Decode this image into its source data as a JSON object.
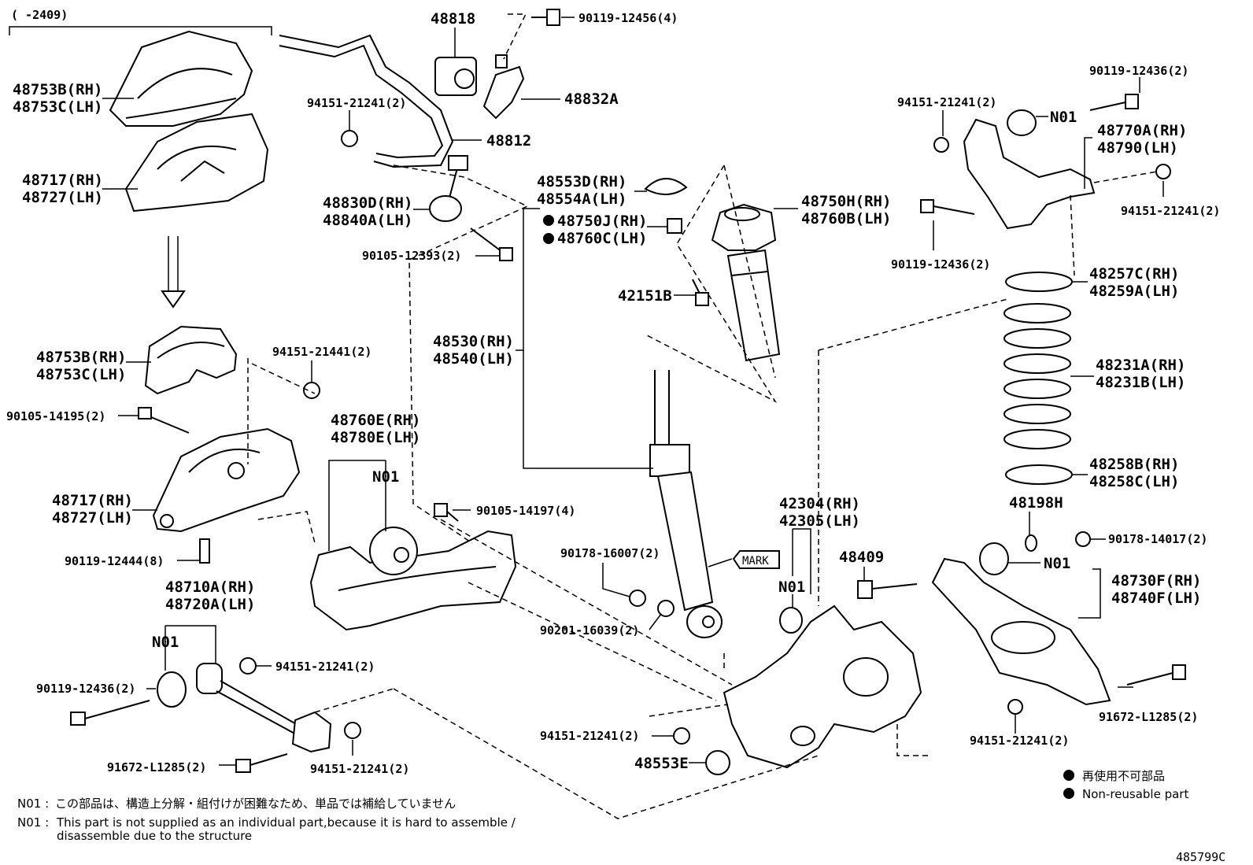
{
  "diagram": {
    "header_range": "(     -2409)",
    "figure_code": "485799C",
    "mark_label": "MARK",
    "legend": {
      "ja": "再使用不可部品",
      "en": "Non-reusable part"
    },
    "notes": [
      {
        "key": "N01 :",
        "text": "この部品は、構造上分解・組付けが困難なため、単品では補給していません"
      },
      {
        "key": "N01 :",
        "text": "This part is not supplied as an individual part,because it is hard to assemble /",
        "text2": "disassemble due to the structure"
      }
    ],
    "labels": [
      {
        "id": "p48753b-top",
        "text": "48753B(RH)"
      },
      {
        "id": "p48753c-top",
        "text": "48753C(LH)"
      },
      {
        "id": "p48717-top",
        "text": "48717(RH)"
      },
      {
        "id": "p48727-top",
        "text": "48727(LH)"
      },
      {
        "id": "p48753b-mid",
        "text": "48753B(RH)"
      },
      {
        "id": "p48753c-mid",
        "text": "48753C(LH)"
      },
      {
        "id": "p90105-14195",
        "text": "90105-14195(2)"
      },
      {
        "id": "p48717-mid",
        "text": "48717(RH)"
      },
      {
        "id": "p48727-mid",
        "text": "48727(LH)"
      },
      {
        "id": "p90119-12444",
        "text": "90119-12444(8)"
      },
      {
        "id": "p48710a",
        "text": "48710A(RH)"
      },
      {
        "id": "p48720a",
        "text": "48720A(LH)"
      },
      {
        "id": "n01-lower-left",
        "text": "N01"
      },
      {
        "id": "p90119-12436-ll",
        "text": "90119-12436(2)"
      },
      {
        "id": "p94151-21241-ll",
        "text": "94151-21241(2)"
      },
      {
        "id": "p91672-l1285-ll",
        "text": "91672-L1285(2)"
      },
      {
        "id": "p94151-21241-llb",
        "text": "94151-21241(2)"
      },
      {
        "id": "p48818",
        "text": "48818"
      },
      {
        "id": "p90119-12456",
        "text": "90119-12456(4)"
      },
      {
        "id": "p48832a",
        "text": "48832A"
      },
      {
        "id": "p94151-21241-stab",
        "text": "94151-21241(2)"
      },
      {
        "id": "p48812",
        "text": "48812"
      },
      {
        "id": "p48830d",
        "text": "48830D(RH)"
      },
      {
        "id": "p48840a",
        "text": "48840A(LH)"
      },
      {
        "id": "p90105-12393",
        "text": "90105-12393(2)"
      },
      {
        "id": "p94151-21441",
        "text": "94151-21441(2)"
      },
      {
        "id": "p48760e",
        "text": "48760E(RH)"
      },
      {
        "id": "p48780e",
        "text": "48780E(LH)"
      },
      {
        "id": "n01-mid",
        "text": "N01"
      },
      {
        "id": "p90105-14197",
        "text": "90105-14197(4)"
      },
      {
        "id": "p48553d",
        "text": "48553D(RH)"
      },
      {
        "id": "p48554a",
        "text": "48554A(LH)"
      },
      {
        "id": "p48750j",
        "text": "48750J(RH)"
      },
      {
        "id": "p48760c",
        "text": "48760C(LH)"
      },
      {
        "id": "p48750h",
        "text": "48750H(RH)"
      },
      {
        "id": "p48760b",
        "text": "48760B(LH)"
      },
      {
        "id": "p42151b",
        "text": "42151B"
      },
      {
        "id": "p48530",
        "text": "48530(RH)"
      },
      {
        "id": "p48540",
        "text": "48540(LH)"
      },
      {
        "id": "p90178-16007",
        "text": "90178-16007(2)"
      },
      {
        "id": "p90201-16039",
        "text": "90201-16039(2)"
      },
      {
        "id": "p42304",
        "text": "42304(RH)"
      },
      {
        "id": "p42305",
        "text": "42305(LH)"
      },
      {
        "id": "n01-knuckle",
        "text": "N01"
      },
      {
        "id": "p48409",
        "text": "48409"
      },
      {
        "id": "p94151-21241-kn",
        "text": "94151-21241(2)"
      },
      {
        "id": "p48553e",
        "text": "48553E"
      },
      {
        "id": "p90119-12436-ur",
        "text": "90119-12436(2)"
      },
      {
        "id": "p94151-21241-ur",
        "text": "94151-21241(2)"
      },
      {
        "id": "n01-upper-right",
        "text": "N01"
      },
      {
        "id": "p48770a",
        "text": "48770A(RH)"
      },
      {
        "id": "p48790",
        "text": "48790(LH)"
      },
      {
        "id": "p94151-21241-urb",
        "text": "94151-21241(2)"
      },
      {
        "id": "p90119-12436-urb",
        "text": "90119-12436(2)"
      },
      {
        "id": "p48257c",
        "text": "48257C(RH)"
      },
      {
        "id": "p48259a",
        "text": "48259A(LH)"
      },
      {
        "id": "p48231a",
        "text": "48231A(RH)"
      },
      {
        "id": "p48231b",
        "text": "48231B(LH)"
      },
      {
        "id": "p48258b",
        "text": "48258B(RH)"
      },
      {
        "id": "p48258c",
        "text": "48258C(LH)"
      },
      {
        "id": "p48198h",
        "text": "48198H"
      },
      {
        "id": "p90178-14017",
        "text": "90178-14017(2)"
      },
      {
        "id": "n01-lower-right",
        "text": "N01"
      },
      {
        "id": "p48730f",
        "text": "48730F(RH)"
      },
      {
        "id": "p48740f",
        "text": "48740F(LH)"
      },
      {
        "id": "p91672-l1285-lr",
        "text": "91672-L1285(2)"
      },
      {
        "id": "p94151-21241-lr",
        "text": "94151-21241(2)"
      }
    ]
  }
}
